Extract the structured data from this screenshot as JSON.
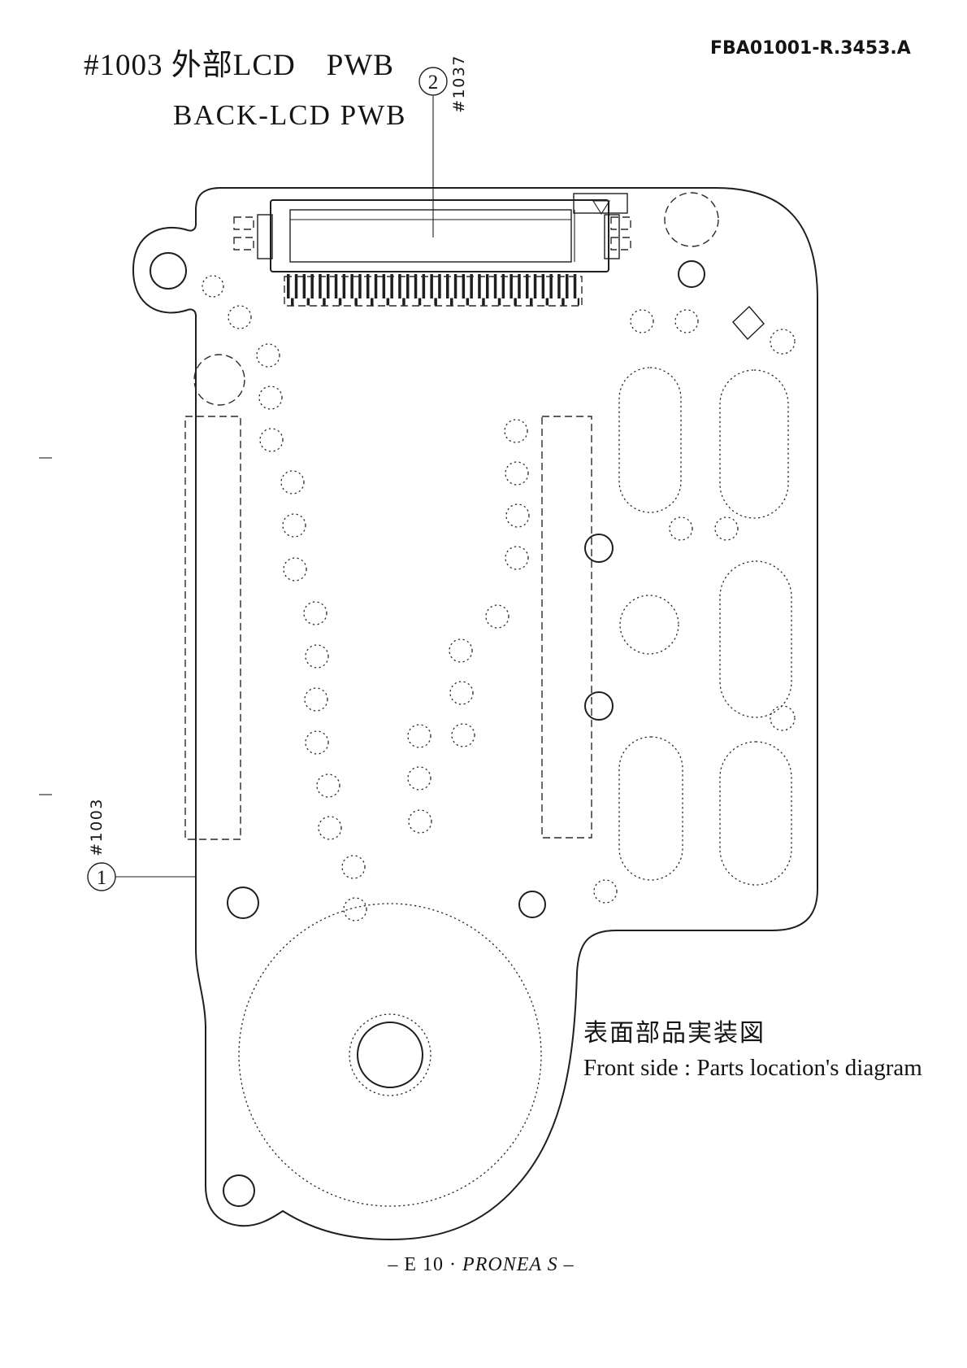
{
  "document": {
    "number": "FBA01001-R.3453.A",
    "title_line1": "#1003 外部LCD　PWB",
    "title_line2": "BACK-LCD PWB"
  },
  "callouts": {
    "c1": {
      "number": "1",
      "part": "#1003"
    },
    "c2": {
      "number": "2",
      "part": "#1037"
    }
  },
  "caption": {
    "jp": "表面部品実装図",
    "en": "Front side : Parts location's diagram"
  },
  "footer": {
    "prefix": "– E 10 · ",
    "model": "PRONEA S",
    "suffix": " –"
  }
}
